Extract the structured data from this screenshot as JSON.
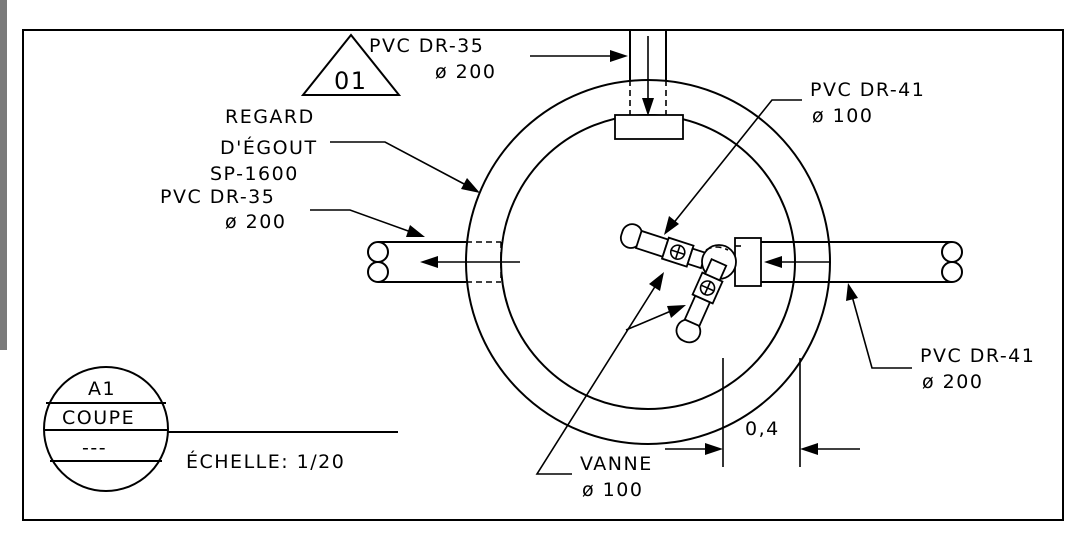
{
  "drawing": {
    "inlet_top_pipe": {
      "material": "PVC DR-35",
      "diameter": "ø 200"
    },
    "reference_tag": "01",
    "manhole": {
      "line1": "REGARD",
      "line2": "D'ÉGOUT",
      "line3": "SP-1600"
    },
    "outlet_left_pipe": {
      "material": "PVC DR-35",
      "diameter": "ø 200"
    },
    "inner_pipe": {
      "material": "PVC DR-41",
      "diameter": "ø 100"
    },
    "right_pipe": {
      "material": "PVC DR-41",
      "diameter": "ø 200"
    },
    "valve": {
      "label": "VANNE",
      "diameter": "ø 100"
    },
    "dimension": "0,4",
    "section_bubble": {
      "id": "A1",
      "type": "COUPE",
      "sheet": "---"
    },
    "scale": "ÉCHELLE: 1/20"
  }
}
